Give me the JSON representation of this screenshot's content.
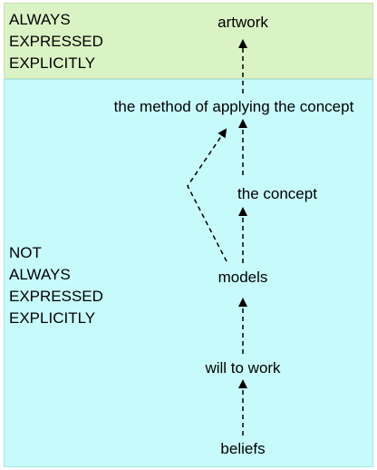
{
  "colors": {
    "top_band_fill": "#daf3c4",
    "bottom_band_fill": "#c7fbfb",
    "arrow_stroke": "#000000"
  },
  "zones": {
    "top_label": "ALWAYS\nEXPRESSED\nEXPLICITLY",
    "bottom_label": "NOT\nALWAYS\nEXPRESSED\nEXPLICITLY"
  },
  "nodes": {
    "artwork": "artwork",
    "method": "the method of applying the concept",
    "concept": "the concept",
    "models": "models",
    "will": "will to work",
    "beliefs": "beliefs"
  },
  "edges": [
    {
      "from": "beliefs",
      "to": "will to work"
    },
    {
      "from": "will to work",
      "to": "models"
    },
    {
      "from": "models",
      "to": "the concept"
    },
    {
      "from": "the concept",
      "to": "the method of applying the concept"
    },
    {
      "from": "models",
      "to": "the method of applying the concept"
    },
    {
      "from": "the method of applying the concept",
      "to": "artwork"
    }
  ]
}
